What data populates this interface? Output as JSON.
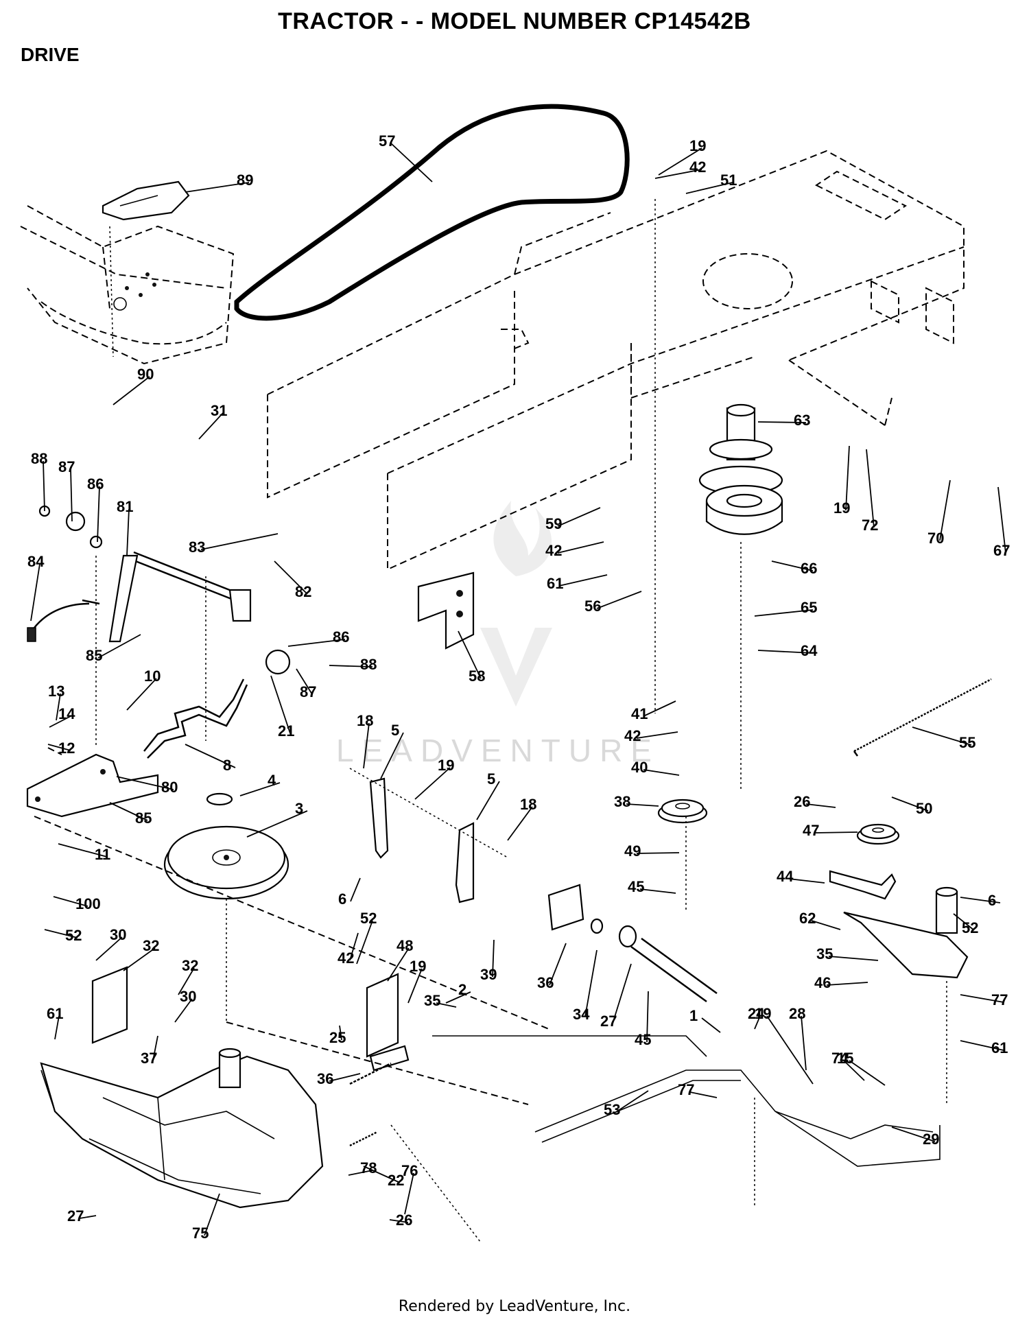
{
  "title": "TRACTOR - - MODEL NUMBER CP14542B",
  "section": "DRIVE",
  "footer": "Rendered by LeadVenture, Inc.",
  "watermark": "LEADVENTURE",
  "callouts": [
    {
      "label": "57"
    },
    {
      "label": "19"
    },
    {
      "label": "42"
    },
    {
      "label": "51"
    },
    {
      "label": "89"
    },
    {
      "label": "90"
    },
    {
      "label": "31"
    },
    {
      "label": "63"
    },
    {
      "label": "19"
    },
    {
      "label": "72"
    },
    {
      "label": "70"
    },
    {
      "label": "67"
    },
    {
      "label": "88"
    },
    {
      "label": "87"
    },
    {
      "label": "86"
    },
    {
      "label": "81"
    },
    {
      "label": "83"
    },
    {
      "label": "82"
    },
    {
      "label": "84"
    },
    {
      "label": "85"
    },
    {
      "label": "86"
    },
    {
      "label": "88"
    },
    {
      "label": "87"
    },
    {
      "label": "59"
    },
    {
      "label": "42"
    },
    {
      "label": "61"
    },
    {
      "label": "56"
    },
    {
      "label": "66"
    },
    {
      "label": "65"
    },
    {
      "label": "64"
    },
    {
      "label": "58"
    },
    {
      "label": "13"
    },
    {
      "label": "10"
    },
    {
      "label": "14"
    },
    {
      "label": "12"
    },
    {
      "label": "21"
    },
    {
      "label": "8"
    },
    {
      "label": "80"
    },
    {
      "label": "85"
    },
    {
      "label": "41"
    },
    {
      "label": "42"
    },
    {
      "label": "55"
    },
    {
      "label": "18"
    },
    {
      "label": "5"
    },
    {
      "label": "19"
    },
    {
      "label": "5"
    },
    {
      "label": "18"
    },
    {
      "label": "40"
    },
    {
      "label": "4"
    },
    {
      "label": "3"
    },
    {
      "label": "11"
    },
    {
      "label": "38"
    },
    {
      "label": "26"
    },
    {
      "label": "50"
    },
    {
      "label": "47"
    },
    {
      "label": "6"
    },
    {
      "label": "42"
    },
    {
      "label": "39"
    },
    {
      "label": "49"
    },
    {
      "label": "45"
    },
    {
      "label": "44"
    },
    {
      "label": "6"
    },
    {
      "label": "52"
    },
    {
      "label": "100"
    },
    {
      "label": "52"
    },
    {
      "label": "30"
    },
    {
      "label": "32"
    },
    {
      "label": "32"
    },
    {
      "label": "30"
    },
    {
      "label": "52"
    },
    {
      "label": "48"
    },
    {
      "label": "19"
    },
    {
      "label": "62"
    },
    {
      "label": "35"
    },
    {
      "label": "36"
    },
    {
      "label": "34"
    },
    {
      "label": "27"
    },
    {
      "label": "45"
    },
    {
      "label": "46"
    },
    {
      "label": "77"
    },
    {
      "label": "61"
    },
    {
      "label": "61"
    },
    {
      "label": "37"
    },
    {
      "label": "25"
    },
    {
      "label": "24"
    },
    {
      "label": "19"
    },
    {
      "label": "28"
    },
    {
      "label": "36"
    },
    {
      "label": "35"
    },
    {
      "label": "2"
    },
    {
      "label": "53"
    },
    {
      "label": "77"
    },
    {
      "label": "74"
    },
    {
      "label": "15"
    },
    {
      "label": "1"
    },
    {
      "label": "29"
    },
    {
      "label": "78"
    },
    {
      "label": "76"
    },
    {
      "label": "22"
    },
    {
      "label": "26"
    },
    {
      "label": "27"
    },
    {
      "label": "75"
    }
  ]
}
